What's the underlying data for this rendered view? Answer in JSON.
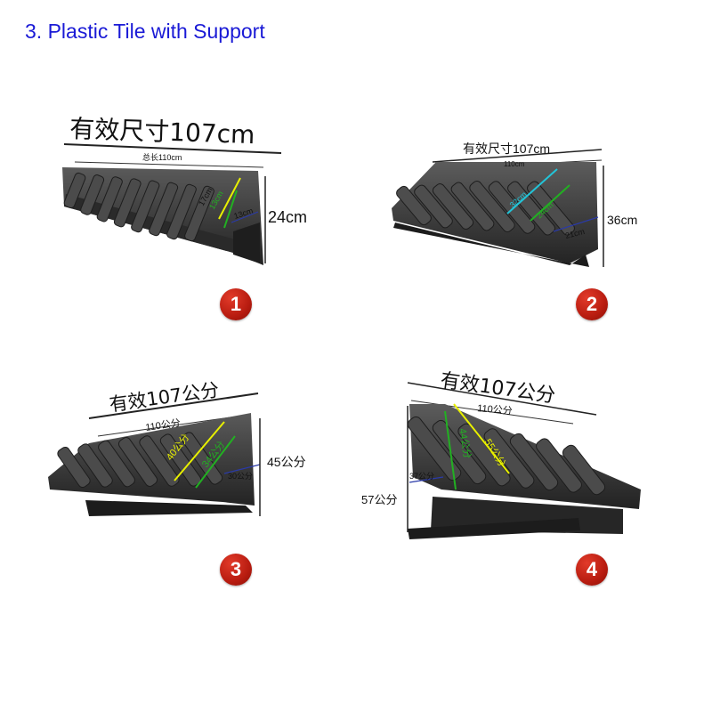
{
  "title": "3. Plastic Tile with Support",
  "products": [
    {
      "number": "1",
      "heading": "有效尺寸107cm",
      "total_length": "总长110cm",
      "height": "24cm",
      "depth": "13cm",
      "tile_length_yellow": "17cm",
      "tile_length_green": "13cm"
    },
    {
      "number": "2",
      "heading": "有效尺寸107cm",
      "total_length": "110cm",
      "height": "36cm",
      "depth": "21cm",
      "tile_length_cyan": "32cm",
      "tile_length_green": "24cm"
    },
    {
      "number": "3",
      "heading": "有效107公分",
      "total_length": "110公分",
      "height": "45公分",
      "depth": "30公分",
      "tile_length_yellow": "40公分",
      "tile_length_green": "34公分"
    },
    {
      "number": "4",
      "heading": "有效107公分",
      "total_length": "110公分",
      "height": "57公分",
      "depth": "37公分",
      "tile_length_green": "44公分",
      "tile_length_yellow": "55公分"
    }
  ],
  "colors": {
    "title": "#1a1ad6",
    "badge": "#c0241a",
    "tile": "#3a3a3a",
    "yellow_marker": "#e8f000",
    "green_marker": "#22b022",
    "cyan_marker": "#22c4d8",
    "blue_marker": "#2a3aa8"
  }
}
